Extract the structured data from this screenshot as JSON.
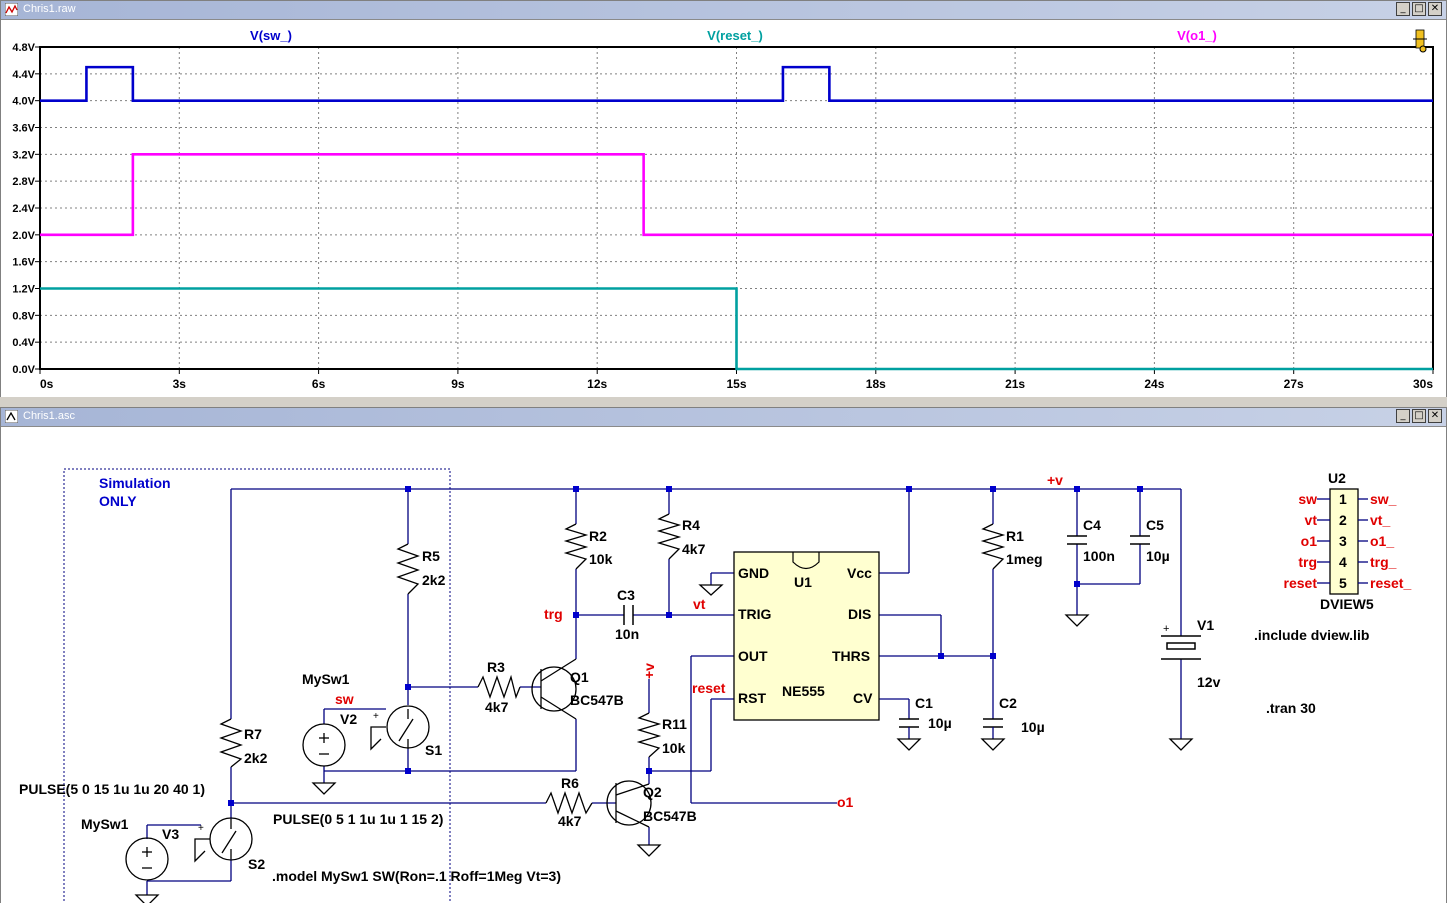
{
  "waveform_window": {
    "title": "Chris1.raw",
    "buttons": [
      "_",
      "□",
      "✕"
    ]
  },
  "schematic_window": {
    "title": "Chris1.asc",
    "buttons": [
      "_",
      "□",
      "✕"
    ]
  },
  "chart_data": {
    "type": "line",
    "xlabel": "",
    "ylabel": "",
    "x_ticks": [
      "0s",
      "3s",
      "6s",
      "9s",
      "12s",
      "15s",
      "18s",
      "21s",
      "24s",
      "27s",
      "30s"
    ],
    "y_ticks": [
      "0.0V",
      "0.4V",
      "0.8V",
      "1.2V",
      "1.6V",
      "2.0V",
      "2.4V",
      "2.8V",
      "3.2V",
      "3.6V",
      "4.0V",
      "4.4V",
      "4.8V"
    ],
    "xlim": [
      0,
      30
    ],
    "ylim": [
      0,
      4.8
    ],
    "grid": true,
    "series": [
      {
        "name": "V(sw_)",
        "color": "#0000cc",
        "x": [
          0,
          1,
          1,
          2,
          2,
          16,
          16,
          17,
          17,
          30
        ],
        "y": [
          4.0,
          4.0,
          4.5,
          4.5,
          4.0,
          4.0,
          4.5,
          4.5,
          4.0,
          4.0
        ]
      },
      {
        "name": "V(reset_)",
        "color": "#00a0a0",
        "x": [
          0,
          15,
          15,
          30
        ],
        "y": [
          1.2,
          1.2,
          0.0,
          0.0
        ]
      },
      {
        "name": "V(o1_)",
        "color": "#ff00ff",
        "x": [
          0,
          2,
          2,
          13,
          13,
          30
        ],
        "y": [
          2.0,
          2.0,
          3.2,
          3.2,
          2.0,
          2.0
        ]
      }
    ]
  },
  "schematic": {
    "sim_box": [
      "Simulation",
      "ONLY"
    ],
    "labels": {
      "r5": "R5",
      "r5v": "2k2",
      "r2": "R2",
      "r2v": "10k",
      "r4": "R4",
      "r4v": "4k7",
      "r1": "R1",
      "r1v": "1meg",
      "r3": "R3",
      "r3v": "4k7",
      "r7": "R7",
      "r7v": "2k2",
      "r6": "R6",
      "r6v": "4k7",
      "r11": "R11",
      "r11v": "10k",
      "c3": "C3",
      "c3v": "10n",
      "c4": "C4",
      "c4v": "100n",
      "c5": "C5",
      "c5v": "10µ",
      "c1": "C1",
      "c1v": "10µ",
      "c2": "C2",
      "c2v": "10µ",
      "q1": "Q1",
      "q1v": "BC547B",
      "q2": "Q2",
      "q2v": "BC547B",
      "v1": "V1",
      "v1v": "12v",
      "v2": "V2",
      "v3": "V3",
      "s1": "S1",
      "s2": "S2",
      "mysw1a": "MySw1",
      "mysw1b": "MySw1",
      "u1": "U1",
      "ne555": "NE555",
      "gnd": "GND",
      "vcc": "Vcc",
      "trig": "TRIG",
      "dis": "DIS",
      "out": "OUT",
      "thrs": "THRS",
      "rst": "RST",
      "cv": "CV",
      "u2": "U2",
      "dview": "DVIEW5",
      "pulse1": "PULSE(5 0 15 1u 1u 20 40 1)",
      "pulse2": "PULSE(0 5 1 1u 1u 1 15 2)",
      "model": ".model MySw1  SW(Ron=.1 Roff=1Meg Vt=3)",
      "include": ".include dview.lib",
      "tran": ".tran 30"
    },
    "nets": {
      "trg": "trg",
      "vt": "vt",
      "sw": "sw",
      "reset": "reset",
      "o1": "o1",
      "plusv1": "+v",
      "plusv2": "+v"
    },
    "dview_pins": [
      {
        "n": "1",
        "in": "sw",
        "out": "sw_"
      },
      {
        "n": "2",
        "in": "vt",
        "out": "vt_"
      },
      {
        "n": "3",
        "in": "o1",
        "out": "o1_"
      },
      {
        "n": "4",
        "in": "trg",
        "out": "trg_"
      },
      {
        "n": "5",
        "in": "reset",
        "out": "reset_"
      }
    ]
  }
}
